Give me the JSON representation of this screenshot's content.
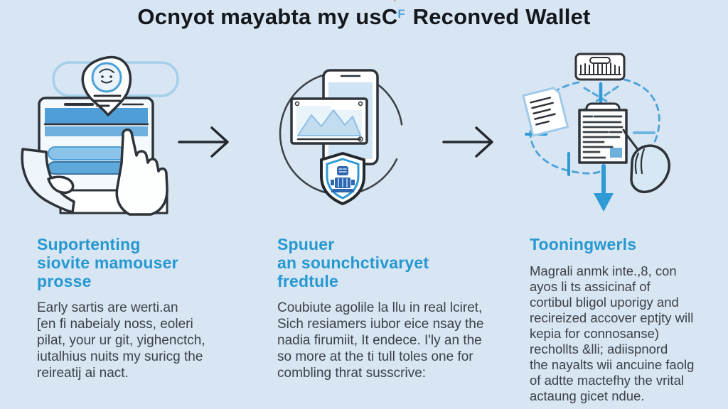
{
  "title": {
    "pre": "Ocnyot mayabta my us",
    "special_base": "C",
    "special_accent": "`",
    "special_sup": "F",
    "post": " Reconved Wallet"
  },
  "columns": [
    {
      "heading_lines": [
        "Suportenting",
        "siovite mamouser",
        "prosse"
      ],
      "body_lines": [
        "Early sartis are werti.an",
        "[en fi nabeialy noss, eoleri",
        "pilat, your ur git, yighenctch,",
        "iutalhius nuits my suricg the",
        "reireatij ai nact."
      ]
    },
    {
      "heading_lines": [
        "Spuuer",
        "an sounchctivaryet",
        "fredtule"
      ],
      "body_lines": [
        "Coubiute agolile la llu in real lciret,",
        "Sich resiamers iubor eice nsay the",
        "nadia firumiit, It endece. I'ly an the",
        "so more at the ti tull toles one for",
        "combling thrat susscrive:"
      ]
    },
    {
      "heading_lines": [
        "Tooningwerls"
      ],
      "body_lines": [
        "Magrali anmk inte.,8, con",
        "ayos li ts assicinaf of",
        "cortibul bligol uporigy and",
        "recireized accover eptjty will",
        "kepia for connosanse)",
        "rechollts &lli; adiispnord",
        "the nayalts wii ancuine faolg",
        "of adtte mactefhy the vrital",
        "actaung gicet ndue."
      ]
    }
  ],
  "icons": {
    "step1": "tablet-touch-illustration",
    "step2": "phone-photo-shield-illustration",
    "step3": "document-signing-flow-illustration",
    "between_steps": "right-arrow"
  },
  "colors": {
    "background": "#d8e5f2",
    "title_text": "#14181d",
    "heading_blue": "#2598d2",
    "body_text": "#3b4148",
    "outline_dark": "#2d3339",
    "mid_blue": "#4f9ed8",
    "pale_blue": "#a6cfea",
    "accent_blue": "#2e9ad6",
    "navy_icon": "#2f66b0",
    "accent_red": "#d84330"
  }
}
